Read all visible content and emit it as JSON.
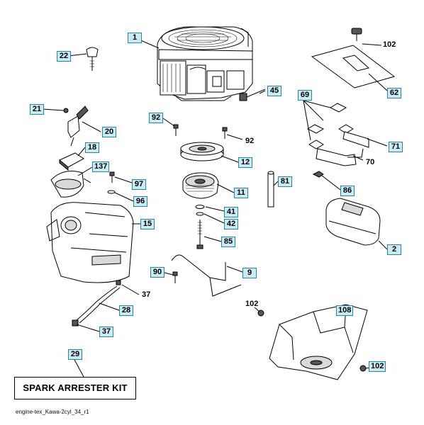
{
  "diagram": {
    "callouts": {
      "c1": "1",
      "c102a": "102",
      "c22": "22",
      "c45": "45",
      "c62": "62",
      "c69": "69",
      "c21": "21",
      "c20": "20",
      "c92a": "92",
      "c92b": "92",
      "c71": "71",
      "c18": "18",
      "c12": "12",
      "c70": "70",
      "c137": "137",
      "c97": "97",
      "c81": "81",
      "c11": "11",
      "c86": "86",
      "c96": "96",
      "c41": "41",
      "c15": "15",
      "c42": "42",
      "c85": "85",
      "c2": "2",
      "c90": "90",
      "c9": "9",
      "c37a": "37",
      "c102b": "102",
      "c28": "28",
      "c108": "108",
      "c37b": "37",
      "c29": "29",
      "c102c": "102"
    },
    "kit_label": "SPARK ARRESTER KIT",
    "caption": "engine-tex_Kawa-2cyl_34_r1"
  }
}
